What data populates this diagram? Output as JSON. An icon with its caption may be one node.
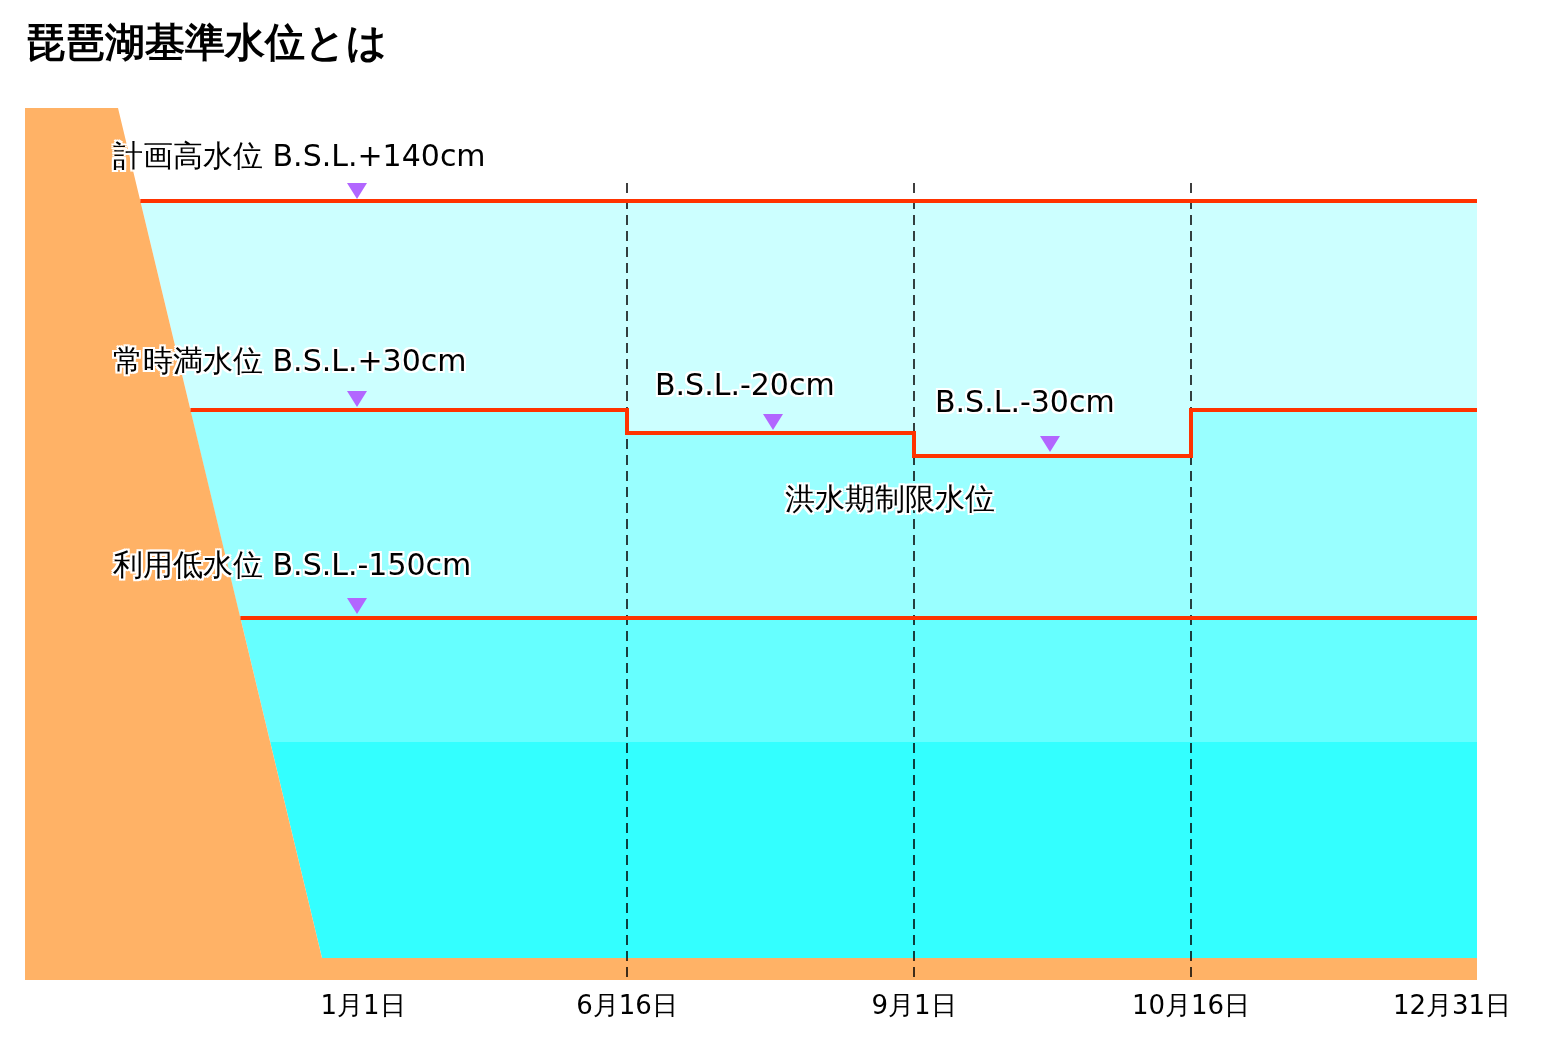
{
  "diagram": {
    "title": "琵琶湖基準水位とは",
    "labels": [
      "計画高水位 B.S.L.+140cm",
      "常時満水位 B.S.L.+30cm",
      "B.S.L.-20cm",
      "B.S.L.-30cm",
      "洪水期制限水位",
      "利用低水位 B.S.L.-150cm",
      "1月1日",
      "6月16日",
      "9月1日",
      "10月16日",
      "12月31日"
    ]
  }
}
